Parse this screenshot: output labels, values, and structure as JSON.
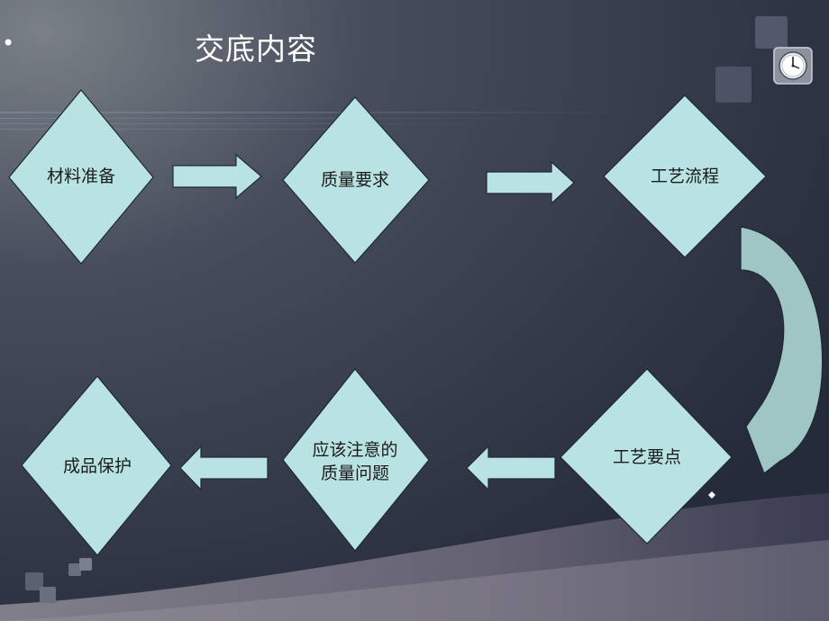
{
  "slide": {
    "title": "交底内容",
    "bullet": "•"
  },
  "flow": {
    "nodes": [
      {
        "id": "n1",
        "label": "材料准备"
      },
      {
        "id": "n2",
        "label": "质量要求"
      },
      {
        "id": "n3",
        "label": "工艺流程"
      },
      {
        "id": "n4",
        "label": "工艺要点"
      },
      {
        "id": "n5",
        "label_line1": "应该注意的",
        "label_line2": "质量问题"
      },
      {
        "id": "n6",
        "label": "成品保护"
      }
    ]
  },
  "colors": {
    "node_fill": "#b9e3e3",
    "node_stroke": "#1f2a30",
    "arrow_fill": "#b9e3e3",
    "curve_arrow_fill": "#9fc6c4",
    "background": "#2f3445"
  },
  "icons": {
    "clock": "clock-icon"
  }
}
